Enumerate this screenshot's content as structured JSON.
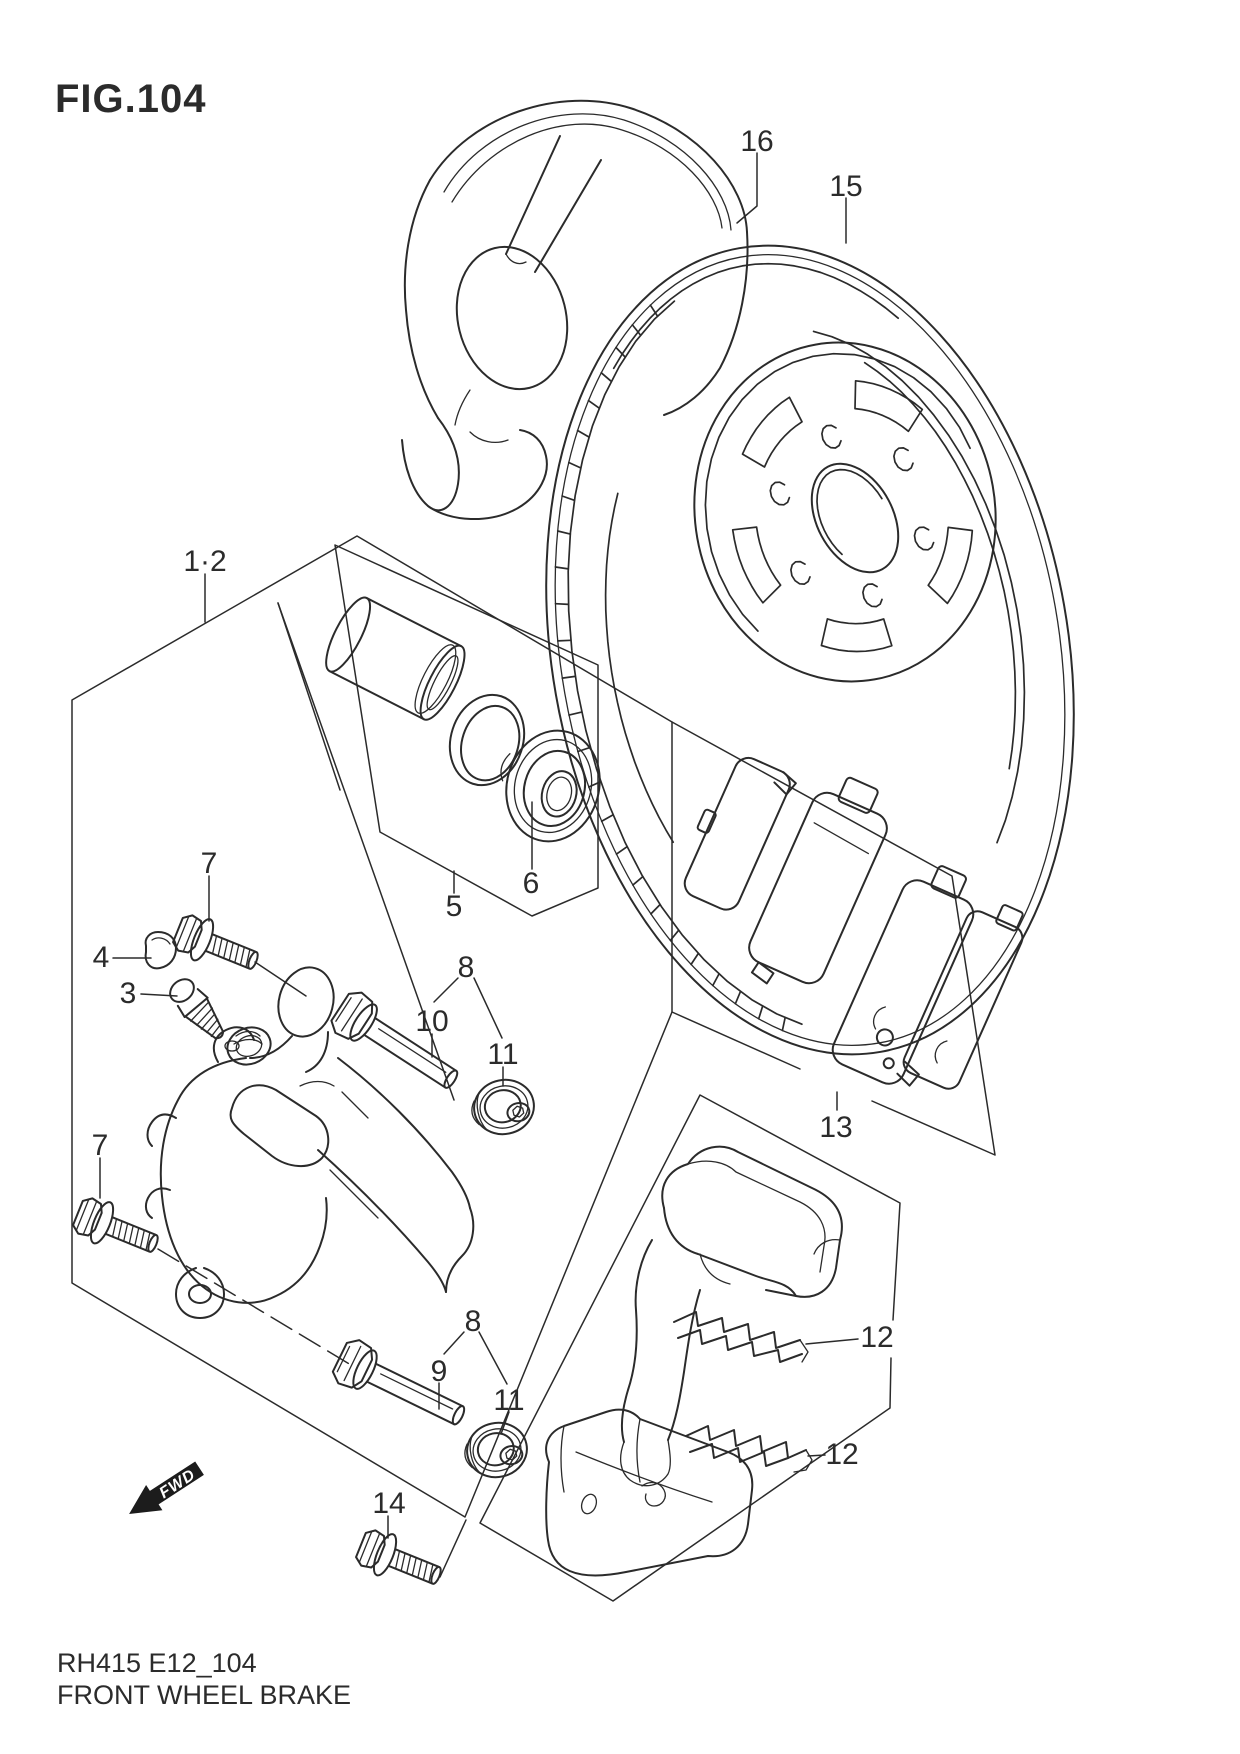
{
  "page": {
    "title": "FIG.104",
    "footer_code": "RH415 E12_104",
    "footer_caption": "FRONT WHEEL BRAKE",
    "fwd_label": "FWD",
    "ink_color": "#2b2b2b",
    "paper_color": "#ffffff"
  },
  "callouts": [
    "16",
    "15",
    "1·2",
    "5",
    "6",
    "7",
    "4",
    "3",
    "8",
    "10",
    "11",
    "7",
    "13",
    "12",
    "8",
    "9",
    "11",
    "12",
    "14"
  ]
}
